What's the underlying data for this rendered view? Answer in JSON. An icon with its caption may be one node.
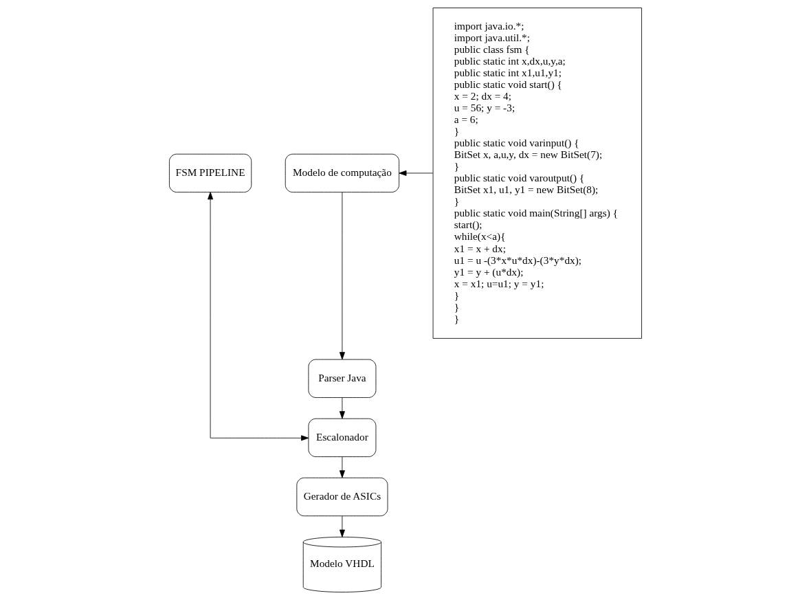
{
  "diagram": {
    "nodes": [
      {
        "text": [
          "FSM PIPELINE"
        ]
      },
      {
        "text": [
          "Modelo de computação"
        ]
      },
      {
        "text": [
          "Parser Java"
        ]
      },
      {
        "text": [
          "Escalonador"
        ]
      },
      {
        "text": [
          "Gerador de ASICs"
        ]
      },
      {
        "text": [
          "Modelo VHDL"
        ]
      },
      {
        "text": [
          "import java.io.*;",
          "import java.util.*;",
          "public class fsm {",
          "public static int x,dx,u,y,a;",
          "public static int x1,u1,y1;",
          "public static void start() {",
          "x = 2; dx = 4;",
          "u = 56; y = -3;",
          "a = 6;",
          "}",
          "public static void varinput() {",
          "BitSet x, a,u,y, dx = new BitSet(7);",
          "}",
          "public static void varoutput() {",
          "BitSet x1, u1, y1 = new BitSet(8);",
          "}",
          "public static void main(String[] args) {",
          "start();",
          "while(x<a){",
          "x1 = x + dx;",
          "u1 = u -(3*x*u*dx)-(3*y*dx);",
          "y1 = y + (u*dx);",
          "x = x1; u=u1; y = y1;",
          "}",
          "}",
          "}"
        ]
      }
    ],
    "edges": [
      {
        "from": 6,
        "to": 1,
        "arrow": "to"
      },
      {
        "from": 1,
        "to": 2,
        "arrow": "to"
      },
      {
        "from": 2,
        "to": 3,
        "arrow": "to"
      },
      {
        "from": 3,
        "to": 4,
        "arrow": "to"
      },
      {
        "from": 4,
        "to": 5,
        "arrow": "to"
      },
      {
        "from": 3,
        "to": 0,
        "arrow": "both"
      }
    ]
  }
}
